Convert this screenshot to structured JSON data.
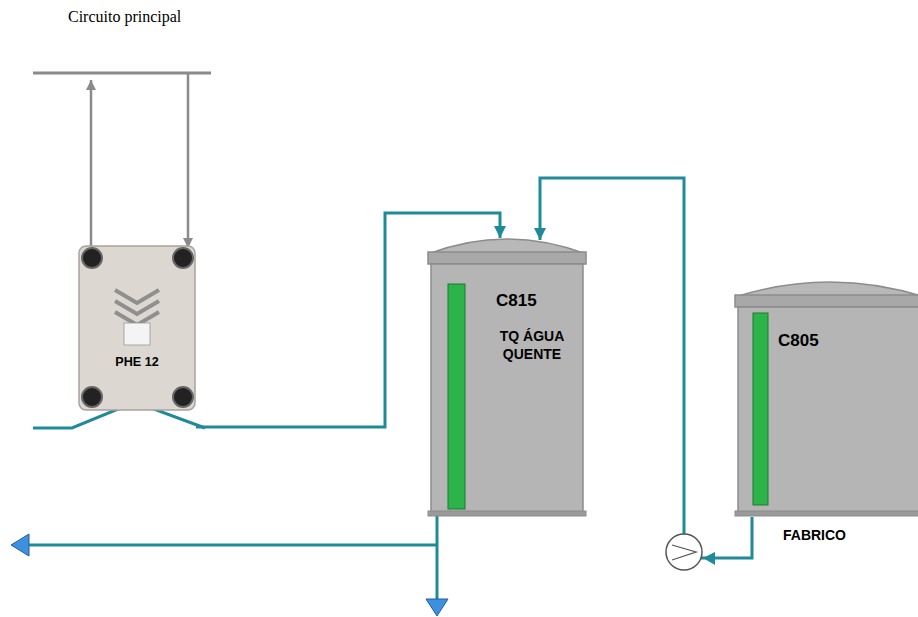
{
  "diagram": {
    "nodes": [
      {
        "text": [
          "PHE 12"
        ]
      },
      {
        "text": [
          "C815",
          "TQ ÁGUA QUENTE"
        ]
      },
      {
        "text": [
          "C805"
        ]
      }
    ],
    "edges": [
      {
        "from": 0,
        "to": 1,
        "arrow": "to"
      },
      {
        "from": 2,
        "to": 1,
        "arrow": "to"
      }
    ],
    "labels": [
      "Circuito principal",
      "FABRICO"
    ]
  }
}
